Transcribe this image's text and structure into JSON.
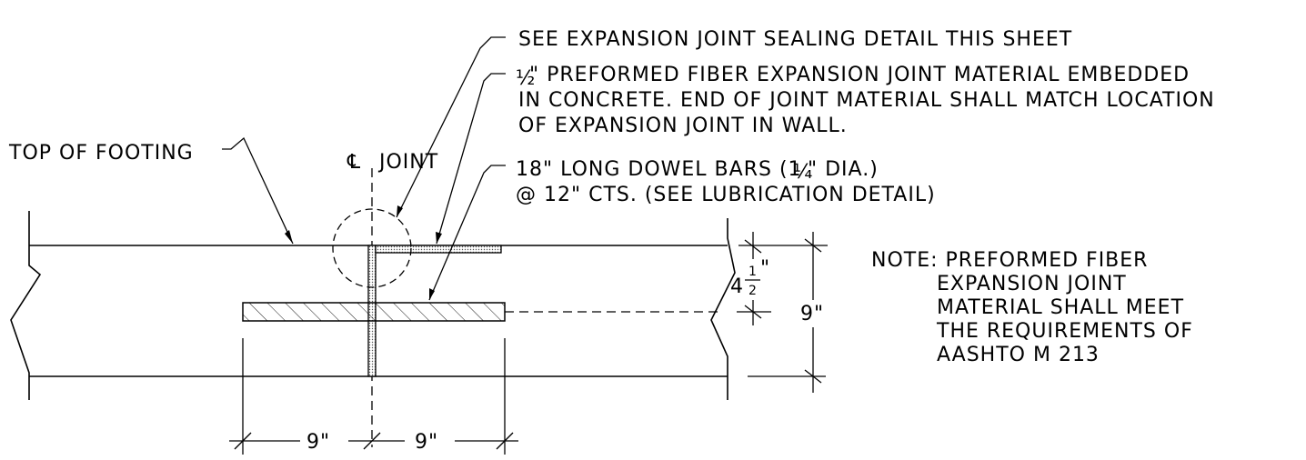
{
  "labels": {
    "top_of_footing": "TOP OF FOOTING",
    "cl_symbol": "℄",
    "cl_joint": "JOINT",
    "sealing": "SEE EXPANSION JOINT SEALING DETAIL THIS SHEET",
    "preformed_half": "½",
    "preformed_line1": "\" PREFORMED FIBER EXPANSION JOINT MATERIAL EMBEDDED",
    "preformed_line2": "IN CONCRETE. END OF JOINT MATERIAL SHALL MATCH LOCATION",
    "preformed_line3": "OF EXPANSION JOINT IN WALL.",
    "dowel_line1_a": "18\" LONG DOWEL BARS (1",
    "dowel_quarter": "¼",
    "dowel_line1_b": "\" DIA.)",
    "dowel_line2": "@ 12\" CTS. (SEE LUBRICATION DETAIL)"
  },
  "note": {
    "line1": "NOTE: PREFORMED FIBER",
    "line2": "EXPANSION JOINT",
    "line3": "MATERIAL SHALL MEET",
    "line4": "THE REQUIREMENTS OF",
    "line5": "AASHTO M 213"
  },
  "dims": {
    "left": "9\"",
    "right": "9\"",
    "depth_whole": "4",
    "depth_num": "1",
    "depth_den": "2",
    "depth_unit": "\"",
    "total": "9\""
  }
}
